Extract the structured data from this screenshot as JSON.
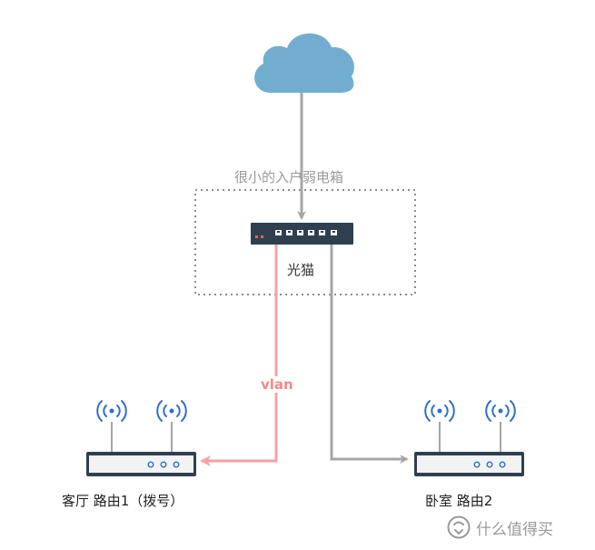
{
  "diagram": {
    "box_title": "很小的入户弱电箱",
    "modem_label": "光猫",
    "vlan_label": "vlan",
    "router1_label": "客厅 路由1（拨号）",
    "router2_label": "卧室 路由2"
  },
  "watermark": {
    "text": "什么值得买"
  },
  "colors": {
    "cloud": "#72add0",
    "line_gray": "#a6a6a6",
    "line_vlan": "#f7a1a3",
    "vlan_text": "#f7878a",
    "device_dark": "#2e3f50",
    "device_light": "#f1f3f5",
    "port_blue": "#2f6fc8",
    "wifi_blue": "#2f6fc8",
    "modem_led": "#e8693a"
  },
  "icons": {
    "cloud": "cloud-icon",
    "modem": "switch-icon",
    "router": "router-icon",
    "wifi": "wifi-signal-icon",
    "watermark": "smzdm-logo-icon"
  }
}
